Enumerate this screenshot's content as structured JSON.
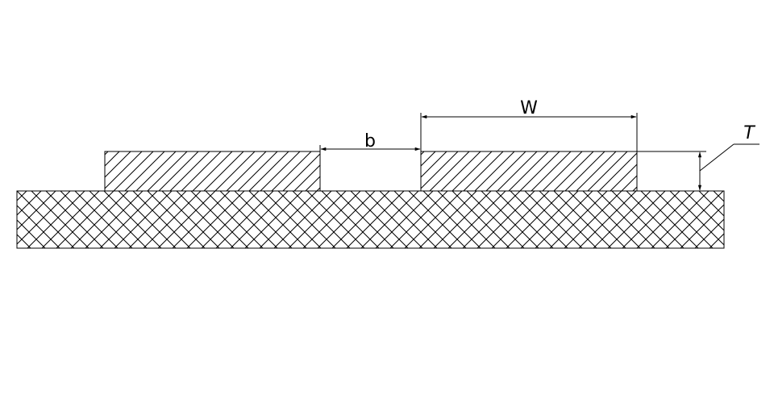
{
  "labels": {
    "width": "W",
    "gap": "b",
    "thickness": "T"
  },
  "colors": {
    "line": "#000000",
    "background": "#ffffff"
  },
  "fills": {
    "conductors": "diagonal-hatch",
    "substrate": "cross-hatch"
  }
}
